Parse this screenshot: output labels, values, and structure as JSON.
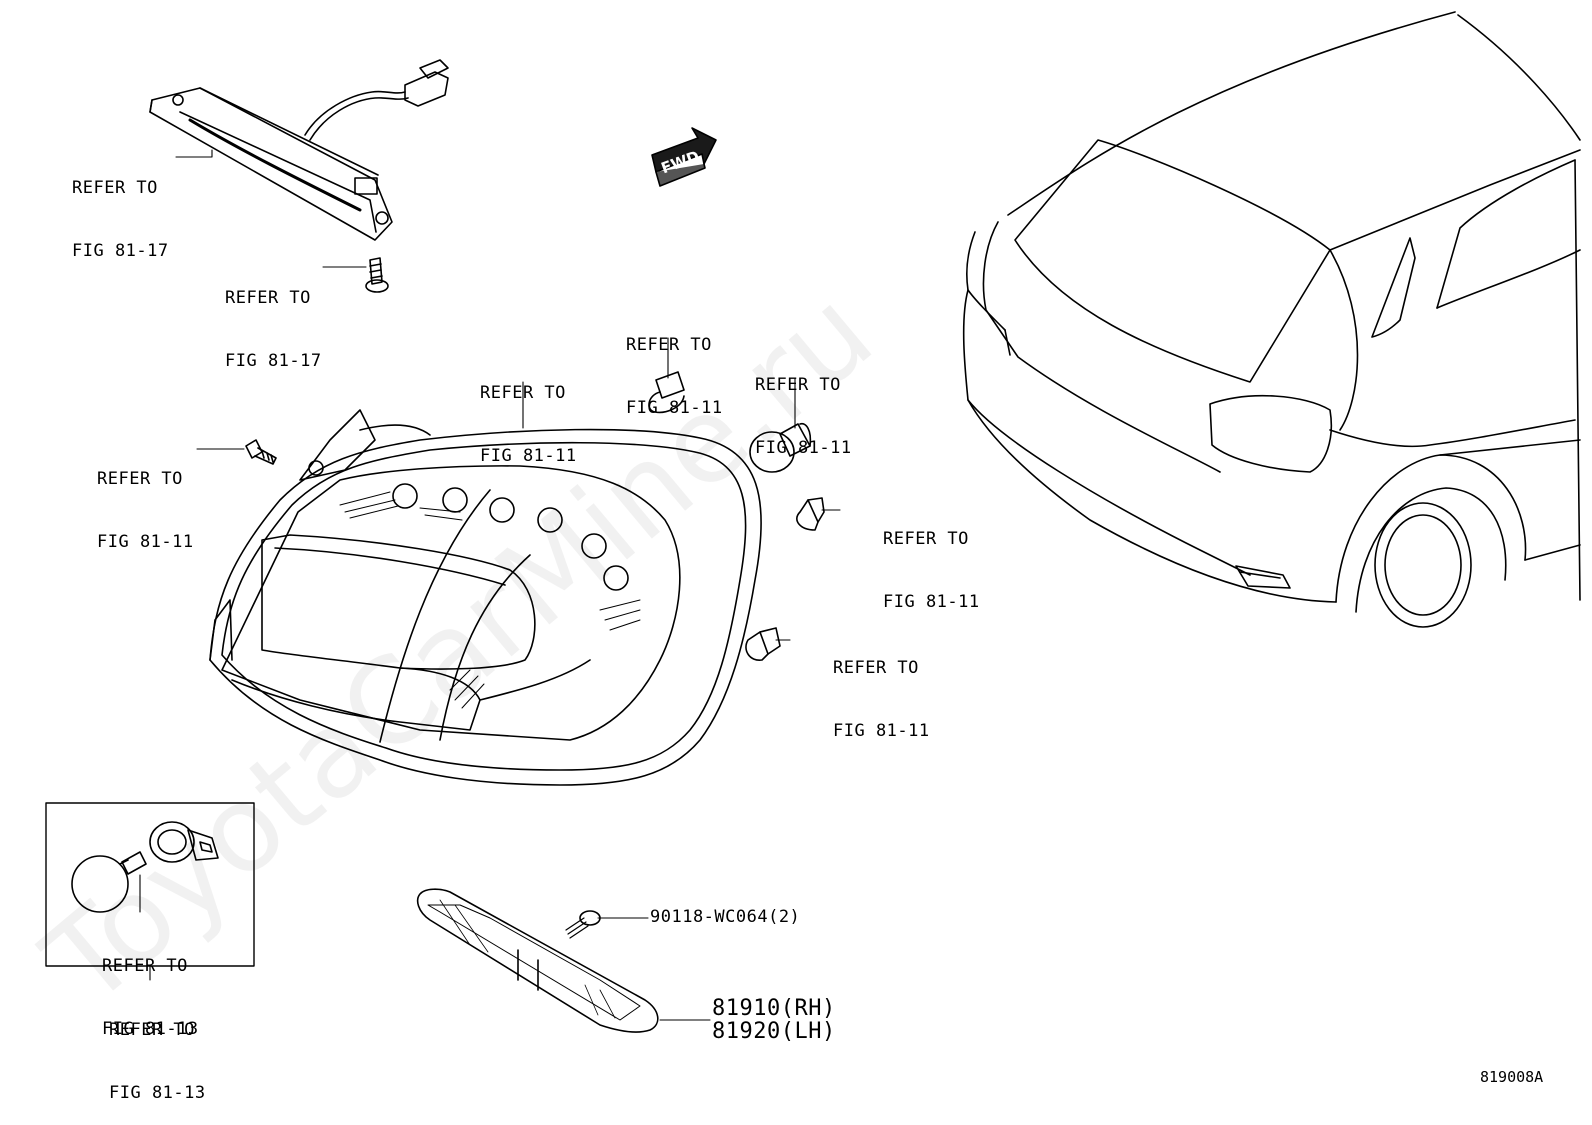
{
  "watermark": "ToyotaCarMine.ru",
  "fwd": {
    "text": "FWD"
  },
  "callouts": {
    "stop_lamp": {
      "line1": "REFER TO",
      "line2": "FIG 81-17"
    },
    "stop_lamp_screw": {
      "line1": "REFER TO",
      "line2": "FIG 81-17"
    },
    "bulb_top": {
      "line1": "REFER TO",
      "line2": "FIG 81-11"
    },
    "bulb_right": {
      "line1": "REFER TO",
      "line2": "FIG 81-11"
    },
    "tail_lamp": {
      "line1": "REFER TO",
      "line2": "FIG 81-11"
    },
    "bolt_left": {
      "line1": "REFER TO",
      "line2": "FIG 81-11"
    },
    "clip_upper": {
      "line1": "REFER TO",
      "line2": "FIG 81-11"
    },
    "clip_lower": {
      "line1": "REFER TO",
      "line2": "FIG 81-11"
    },
    "inset_bulb": {
      "line1": "REFER TO",
      "line2": "FIG 81-13"
    },
    "inset_box": {
      "line1": "REFER TO",
      "line2": "FIG 81-13"
    }
  },
  "parts": {
    "screw": "90118-WC064(2)",
    "reflector_rh": "81910(RH)",
    "reflector_lh": "81920(LH)"
  },
  "figure_code": "819008A"
}
